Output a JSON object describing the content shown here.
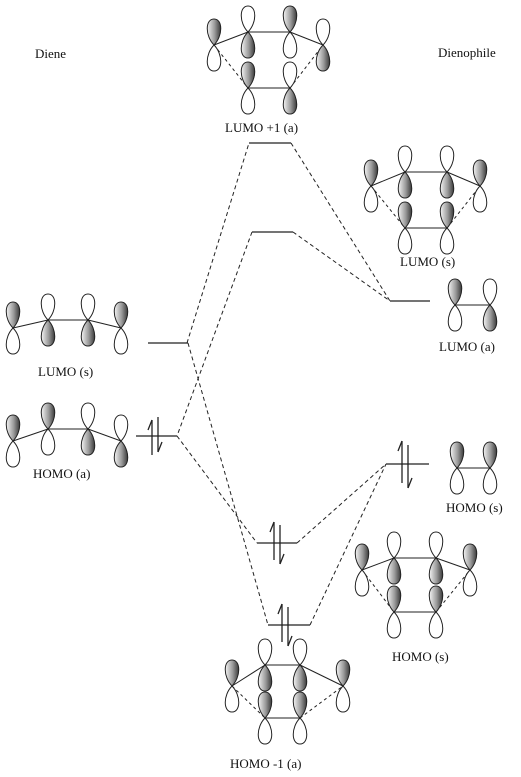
{
  "headers": {
    "left": "Diene",
    "right": "Dienophile"
  },
  "labels": {
    "lumo_plus_1": "LUMO +1 (a)",
    "dienophile_upper_lumo": "LUMO (s)",
    "dienophile_lumo": "LUMO (a)",
    "diene_lumo": "LUMO (s)",
    "diene_homo": "HOMO (a)",
    "dienophile_homo": "HOMO (s)",
    "product_homo": "HOMO (s)",
    "homo_minus_1": "HOMO -1 (a)"
  },
  "colors": {
    "line": "#222222",
    "lobe_light": "#ffffff",
    "lobe_dark_end": "#3a3a3a"
  }
}
